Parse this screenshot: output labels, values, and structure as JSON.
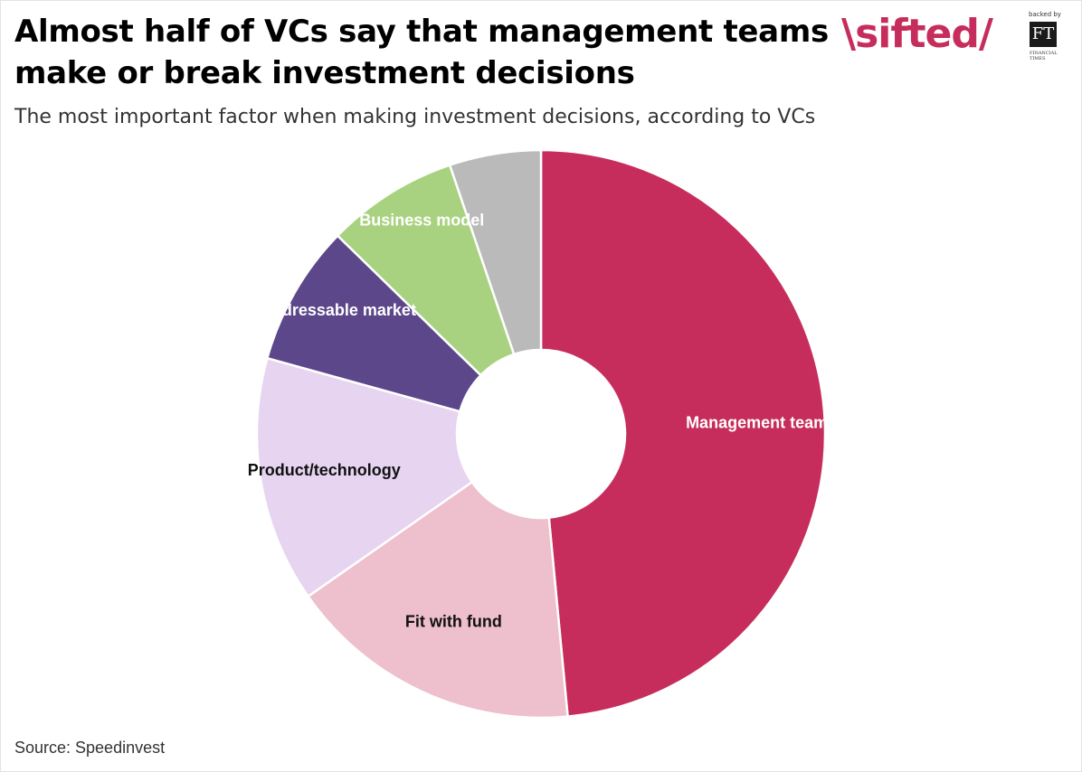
{
  "header": {
    "title": "Almost half of VCs say that management teams make or break investment decisions",
    "subtitle": "The most important factor when making investment decisions, according to VCs"
  },
  "logo": {
    "brand_text": "\\sifted/",
    "backed_by": "backed by",
    "ft_mark": "FT",
    "ft_name": "FINANCIAL TIMES",
    "brand_color": "#c62d5c"
  },
  "source": "Source: Speedinvest",
  "chart_data": {
    "type": "pie",
    "donut": true,
    "unit": "%",
    "slices": [
      {
        "label": "Management team",
        "value": 48.5,
        "color": "#c62d5c",
        "label_color": "#ffffff"
      },
      {
        "label": "Fit with fund",
        "value": 16.8,
        "color": "#eebfcc",
        "label_color": "#111111"
      },
      {
        "label": "Product/technology",
        "value": 14.0,
        "color": "#e6d4f0",
        "label_color": "#111111"
      },
      {
        "label": "Total addressable market",
        "value": 8.0,
        "color": "#5c478a",
        "label_color": "#ffffff"
      },
      {
        "label": "Business model",
        "value": 7.5,
        "color": "#a8d27f",
        "label_color": "#ffffff"
      },
      {
        "label": "",
        "value": 5.2,
        "color": "#bababa",
        "label_color": "#111111"
      }
    ]
  }
}
